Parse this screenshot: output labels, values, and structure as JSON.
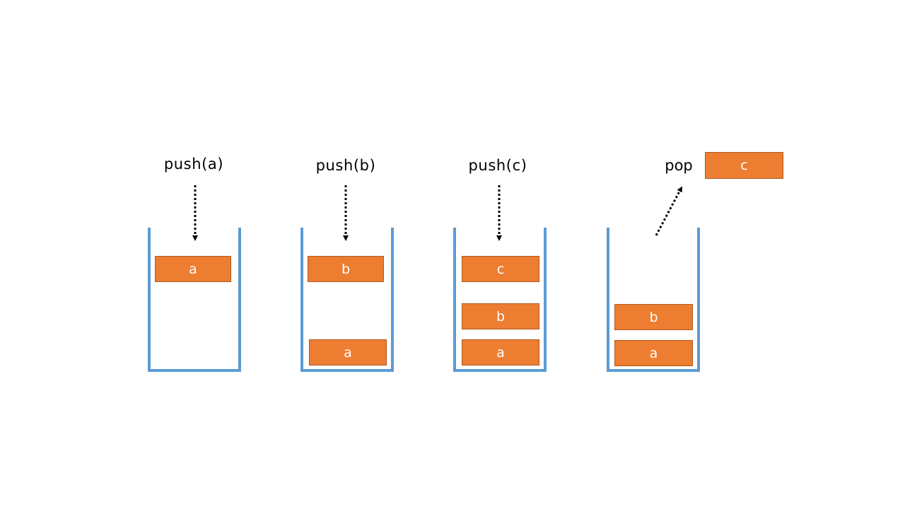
{
  "steps": [
    {
      "operation": "push(a)",
      "stack": [
        "a"
      ]
    },
    {
      "operation": "push(b)",
      "stack": [
        "a",
        "b"
      ]
    },
    {
      "operation": "push(c)",
      "stack": [
        "a",
        "b",
        "c"
      ]
    },
    {
      "operation": "pop",
      "stack": [
        "a",
        "b"
      ],
      "popped": "c"
    }
  ],
  "colors": {
    "container": "#5b9bd5",
    "block_fill": "#ed7d31",
    "block_border": "#ae5a21",
    "block_text": "#ffffff",
    "arrow": "#000000"
  }
}
